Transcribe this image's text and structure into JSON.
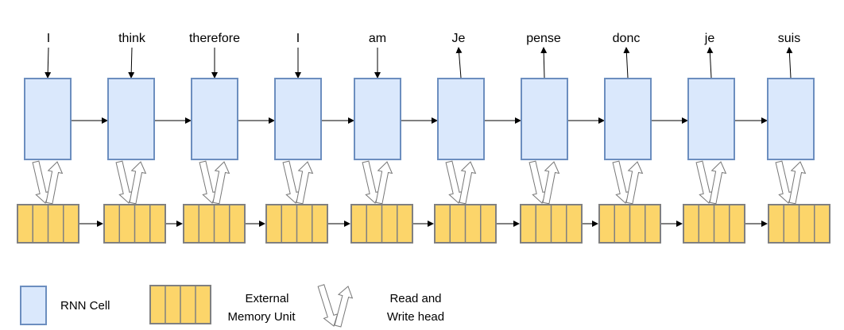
{
  "words": [
    "I",
    "think",
    "therefore",
    "I",
    "am",
    "Je",
    "pense",
    "donc",
    "je",
    "suis"
  ],
  "word_direction": [
    "input",
    "input",
    "input",
    "input",
    "input",
    "output",
    "output",
    "output",
    "output",
    "output"
  ],
  "legend": {
    "rnn_cell": "RNN Cell",
    "memory_line1": "External",
    "memory_line2": "Memory Unit",
    "rw_line1": "Read and",
    "rw_line2": "Write head"
  },
  "colors": {
    "rnn_fill": "#dae8fc",
    "rnn_stroke": "#6c8ebf",
    "memory_fill": "#fcd56a",
    "memory_stroke": "#808080",
    "arrow": "#000000",
    "head_stroke": "#777777"
  }
}
